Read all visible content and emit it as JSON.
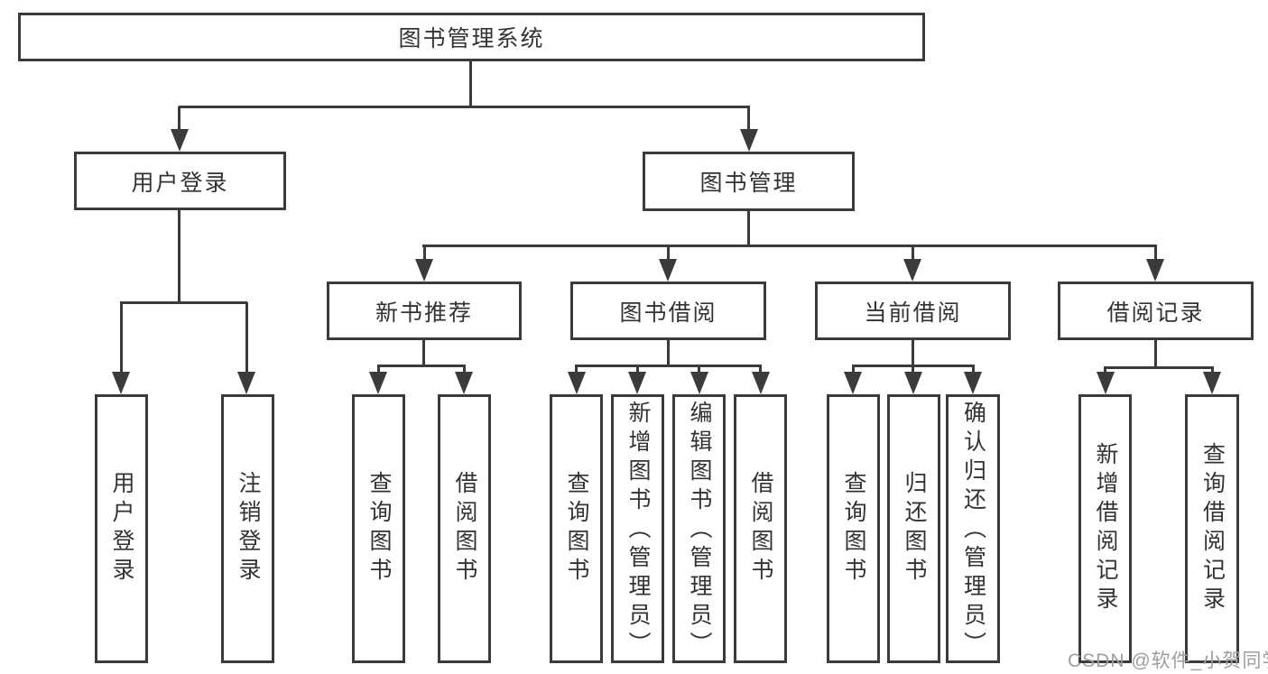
{
  "diagram": {
    "title": "图书管理系统",
    "level2": [
      {
        "label": "用户登录"
      },
      {
        "label": "图书管理"
      }
    ],
    "level3": [
      {
        "label": "新书推荐"
      },
      {
        "label": "图书借阅"
      },
      {
        "label": "当前借阅"
      },
      {
        "label": "借阅记录"
      }
    ],
    "leaves": {
      "login": [
        "用户登录",
        "注销登录"
      ],
      "recommend": [
        "查询图书",
        "借阅图书"
      ],
      "borrow": [
        "查询图书",
        "新增图书（管理员）",
        "编辑图书（管理员）",
        "借阅图书"
      ],
      "current": [
        "查询图书",
        "归还图书",
        "确认归还（管理员）"
      ],
      "records": [
        "新增借阅记录",
        "查询借阅记录"
      ]
    }
  },
  "watermark": {
    "text": "CSDN @软件_小贺同学"
  },
  "colors": {
    "line": "#3b3b3b",
    "text": "#333333",
    "watermark": "#9e9e9e",
    "background": "#ffffff"
  }
}
